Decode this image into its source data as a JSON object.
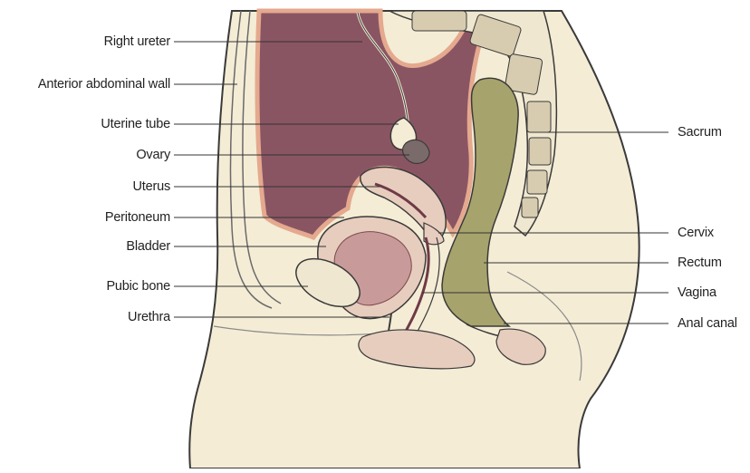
{
  "figure": {
    "left_labels": [
      {
        "id": "right-ureter",
        "text": "Right ureter"
      },
      {
        "id": "anterior-abdominal-wall",
        "text": "Anterior abdominal wall"
      },
      {
        "id": "uterine-tube",
        "text": "Uterine tube"
      },
      {
        "id": "ovary",
        "text": "Ovary"
      },
      {
        "id": "uterus",
        "text": "Uterus"
      },
      {
        "id": "peritoneum",
        "text": "Peritoneum"
      },
      {
        "id": "bladder",
        "text": "Bladder"
      },
      {
        "id": "pubic-bone",
        "text": "Pubic bone"
      },
      {
        "id": "urethra",
        "text": "Urethra"
      }
    ],
    "right_labels": [
      {
        "id": "sacrum",
        "text": "Sacrum"
      },
      {
        "id": "cervix",
        "text": "Cervix"
      },
      {
        "id": "rectum",
        "text": "Rectum"
      },
      {
        "id": "vagina",
        "text": "Vagina"
      },
      {
        "id": "anal-canal",
        "text": "Anal canal"
      }
    ],
    "colors": {
      "skin": "#f4ecd5",
      "outline": "#3a3a3a",
      "peritoneal_cavity": "#8a5563",
      "peritoneum_edge": "#e4a98e",
      "organ_pink": "#e7cdbe",
      "bladder_inner": "#c99a9a",
      "rectum": "#a7a36c",
      "bone": "#efe7cf",
      "leader_line": "#333333"
    }
  }
}
